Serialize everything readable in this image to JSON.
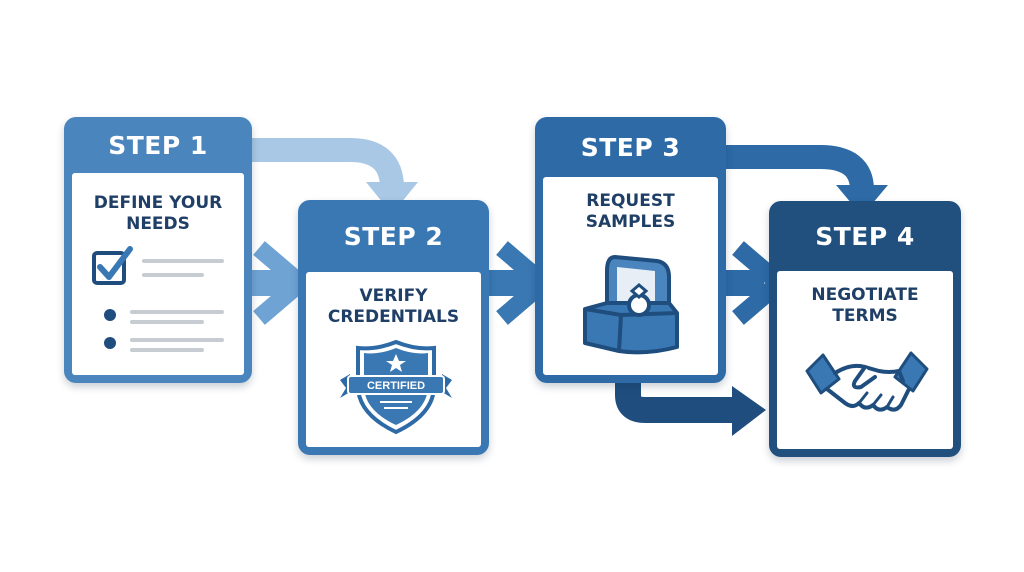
{
  "steps": [
    {
      "label": "STEP 1",
      "title_lines": [
        "DEFINE YOUR",
        "NEEDS"
      ]
    },
    {
      "label": "STEP 2",
      "title_lines": [
        "VERIFY",
        "CREDENTIALS"
      ],
      "badge_text": "CERTIFIED"
    },
    {
      "label": "STEP 3",
      "title_lines": [
        "REQUEST",
        "SAMPLES"
      ]
    },
    {
      "label": "STEP 4",
      "title_lines": [
        "NEGOTIATE",
        "TERMS"
      ]
    }
  ],
  "colors": {
    "step1": "#4a86bd",
    "step2": "#3a78b4",
    "step3": "#2d6aa6",
    "step4": "#21507f",
    "text_dark": "#1f3f66",
    "arrow_light": "#a8c8e6",
    "arrow_mid": "#6fa3d3",
    "line_gray": "#c7ccd3"
  }
}
